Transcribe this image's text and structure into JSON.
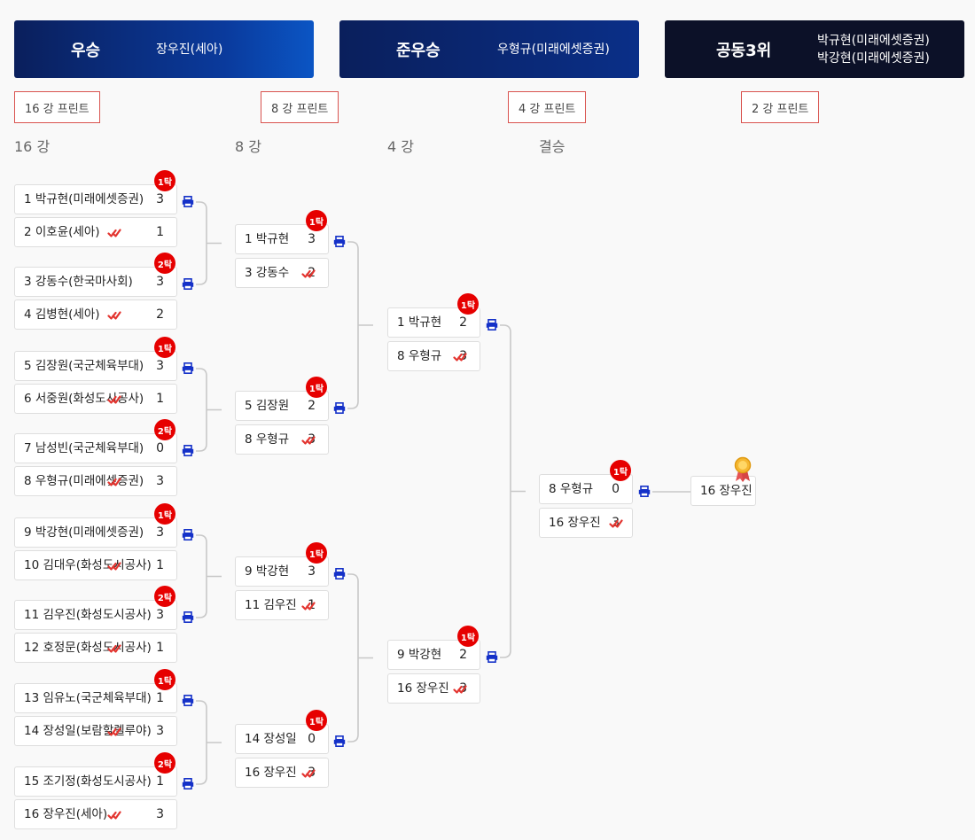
{
  "results": {
    "champion": {
      "title": "우승",
      "name": "장우진(세아)"
    },
    "runner_up": {
      "title": "준우승",
      "name": "우형규(미래에셋증권)"
    },
    "third": {
      "title": "공동3위",
      "names": [
        "박규현(미래에셋증권)",
        "박강현(미래에셋증권)"
      ]
    }
  },
  "print_buttons": [
    "16 강 프린트",
    "8 강 프린트",
    "4 강 프린트",
    "2 강 프린트"
  ],
  "round_labels": [
    "16 강",
    "8 강",
    "4 강",
    "결승"
  ],
  "colors": {
    "tak_badge": "#e60000",
    "print_icon": "#1431c8",
    "check": "#e3342f"
  },
  "rounds": [
    {
      "matches": [
        {
          "tak": "1탁",
          "players": [
            {
              "name": "1 박규현(미래에셋증권)",
              "score": "3"
            },
            {
              "name": "2 이호윤(세아)",
              "score": "1"
            }
          ]
        },
        {
          "tak": "2탁",
          "players": [
            {
              "name": "3 강동수(한국마사회)",
              "score": "3"
            },
            {
              "name": "4 김병현(세아)",
              "score": "2"
            }
          ]
        },
        {
          "tak": "1탁",
          "players": [
            {
              "name": "5 김장원(국군체육부대)",
              "score": "3"
            },
            {
              "name": "6 서중원(화성도시공사)",
              "score": "1"
            }
          ]
        },
        {
          "tak": "2탁",
          "players": [
            {
              "name": "7 남성빈(국군체육부대)",
              "score": "0"
            },
            {
              "name": "8 우형규(미래에셋증권)",
              "score": "3"
            }
          ]
        },
        {
          "tak": "1탁",
          "players": [
            {
              "name": "9 박강현(미래에셋증권)",
              "score": "3"
            },
            {
              "name": "10 김대우(화성도시공사)",
              "score": "1"
            }
          ]
        },
        {
          "tak": "2탁",
          "players": [
            {
              "name": "11 김우진(화성도시공사)",
              "score": "3"
            },
            {
              "name": "12 호정문(화성도시공사)",
              "score": "1"
            }
          ]
        },
        {
          "tak": "1탁",
          "players": [
            {
              "name": "13 임유노(국군체육부대)",
              "score": "1"
            },
            {
              "name": "14 장성일(보람할렐루야)",
              "score": "3"
            }
          ]
        },
        {
          "tak": "2탁",
          "players": [
            {
              "name": "15 조기정(화성도시공사)",
              "score": "1"
            },
            {
              "name": "16 장우진(세아)",
              "score": "3"
            }
          ]
        }
      ]
    },
    {
      "matches": [
        {
          "tak": "1탁",
          "players": [
            {
              "name": "1 박규현",
              "score": "3"
            },
            {
              "name": "3 강동수",
              "score": "2"
            }
          ]
        },
        {
          "tak": "1탁",
          "players": [
            {
              "name": "5 김장원",
              "score": "2"
            },
            {
              "name": "8 우형규",
              "score": "3"
            }
          ]
        },
        {
          "tak": "1탁",
          "players": [
            {
              "name": "9 박강현",
              "score": "3"
            },
            {
              "name": "11 김우진",
              "score": "1"
            }
          ]
        },
        {
          "tak": "1탁",
          "players": [
            {
              "name": "14 장성일",
              "score": "0"
            },
            {
              "name": "16 장우진",
              "score": "3"
            }
          ]
        }
      ]
    },
    {
      "matches": [
        {
          "tak": "1탁",
          "players": [
            {
              "name": "1 박규현",
              "score": "2"
            },
            {
              "name": "8 우형규",
              "score": "3"
            }
          ]
        },
        {
          "tak": "1탁",
          "players": [
            {
              "name": "9 박강현",
              "score": "2"
            },
            {
              "name": "16 장우진",
              "score": "3"
            }
          ]
        }
      ]
    },
    {
      "matches": [
        {
          "tak": "1탁",
          "players": [
            {
              "name": "8 우형규",
              "score": "0"
            },
            {
              "name": "16 장우진",
              "score": "3"
            }
          ]
        }
      ]
    }
  ],
  "champion_slot": {
    "name": "16 장우진"
  }
}
